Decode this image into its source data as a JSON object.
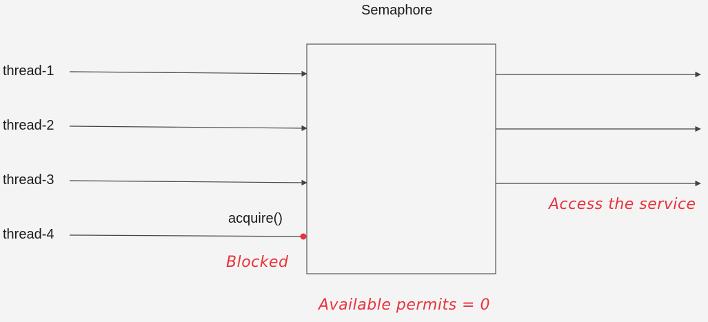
{
  "semaphore": {
    "title": "Semaphore",
    "available_permits_label": "Available permits = 0"
  },
  "threads": [
    {
      "label": "thread-1",
      "state": "passes"
    },
    {
      "label": "thread-2",
      "state": "passes"
    },
    {
      "label": "thread-3",
      "state": "passes"
    },
    {
      "label": "thread-4",
      "state": "blocked"
    }
  ],
  "annotations": {
    "acquire_call": "acquire()",
    "blocked": "Blocked",
    "access_service": "Access the service"
  },
  "colors": {
    "line": "#444444",
    "box_border": "#555555",
    "blocked_dot": "#e8323c",
    "annotation": "#e8323c"
  }
}
